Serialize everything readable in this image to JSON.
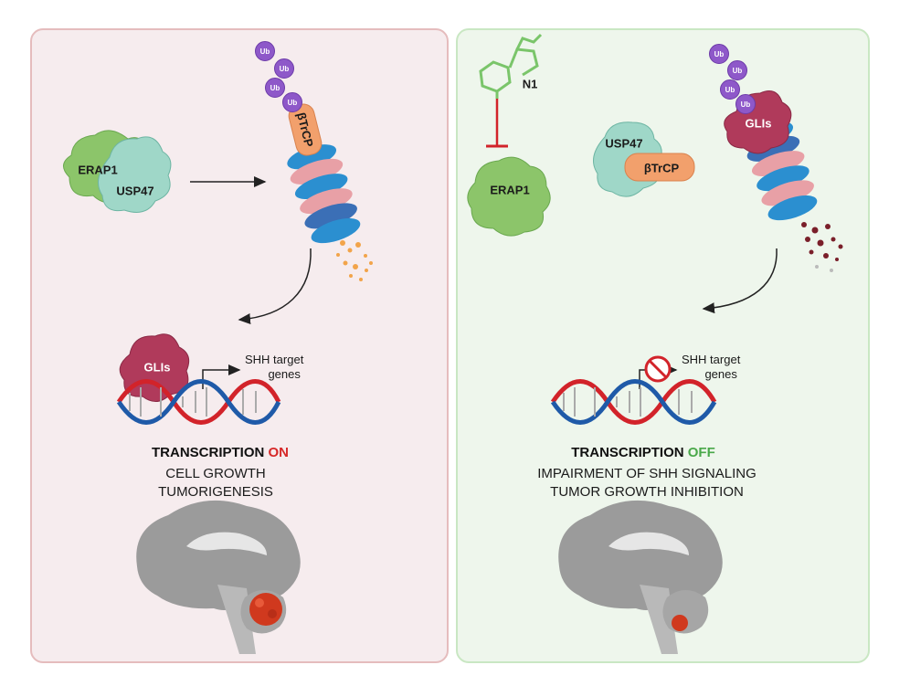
{
  "left_panel": {
    "complex_labels": [
      "ERAP1",
      "USP47"
    ],
    "btrcp_label": "βTrCP",
    "ub_labels": [
      "Ub",
      "Ub",
      "Ub",
      "Ub"
    ],
    "glis_label": "GLIs",
    "gene_label_line1": "SHH target",
    "gene_label_line2": "genes",
    "transcription_prefix": "TRANSCRIPTION ",
    "transcription_state": "ON",
    "outcome_lines": [
      "CELL GROWTH",
      "TUMORIGENESIS"
    ]
  },
  "right_panel": {
    "inhibitor_label": "N1",
    "erap1_label": "ERAP1",
    "usp47_label": "USP47",
    "btrcp_label": "βTrCP",
    "glis_label": "GLIs",
    "ub_labels": [
      "Ub",
      "Ub",
      "Ub",
      "Ub"
    ],
    "gene_label_line1": "SHH target",
    "gene_label_line2": "genes",
    "transcription_prefix": "TRANSCRIPTION ",
    "transcription_state": "OFF",
    "outcome_lines": [
      "IMPAIRMENT OF SHH SIGNALING",
      "TUMOR GROWTH INHIBITION"
    ]
  },
  "colors": {
    "erap1": "#8cc56a",
    "usp47": "#9fd7c8",
    "btrcp": "#f2a06c",
    "glis": "#b03a5b",
    "ubiquitin": "#8e58c9",
    "proteasome_blue": "#2b8fd0",
    "proteasome_pink": "#e8a0a6",
    "dna_red": "#d2232a",
    "dna_blue": "#1f5aa8",
    "state_on": "#d62828",
    "state_off": "#4aa84a"
  }
}
